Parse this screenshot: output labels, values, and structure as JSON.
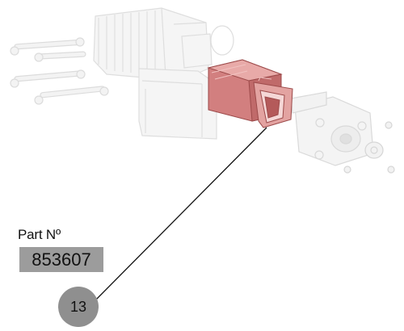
{
  "part_label": "Part Nº",
  "part_number": "853607",
  "callout_number": "13",
  "colors": {
    "highlight": "#d98a8a",
    "highlight_dark": "#9c4a4a",
    "ghost_fill": "#f4f4f4",
    "ghost_stroke": "#d9d9d9",
    "ghost_pink": "#f6d9d9",
    "label_box": "#9c9c9c",
    "callout": "#8f8f8f"
  }
}
